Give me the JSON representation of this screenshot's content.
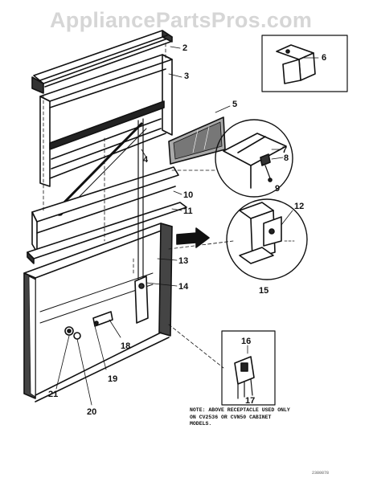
{
  "watermark": "AppliancePartsPros.com",
  "labels": {
    "l2": "2",
    "l3": "3",
    "l4": "4",
    "l5": "5",
    "l6": "6",
    "l7": "7",
    "l8": "8",
    "l9": "9",
    "l10": "10",
    "l11": "11",
    "l12": "12",
    "l13": "13",
    "l14": "14",
    "l15": "15",
    "l16": "16",
    "l17": "17",
    "l18": "18",
    "l19": "19",
    "l20": "20",
    "l21": "21"
  },
  "note": "NOTE: ABOVE RECEPTACLE USED ONLY\nON CV2536 OR CVN50 CABINET\nMODELS.",
  "drawing_code": "2380878"
}
